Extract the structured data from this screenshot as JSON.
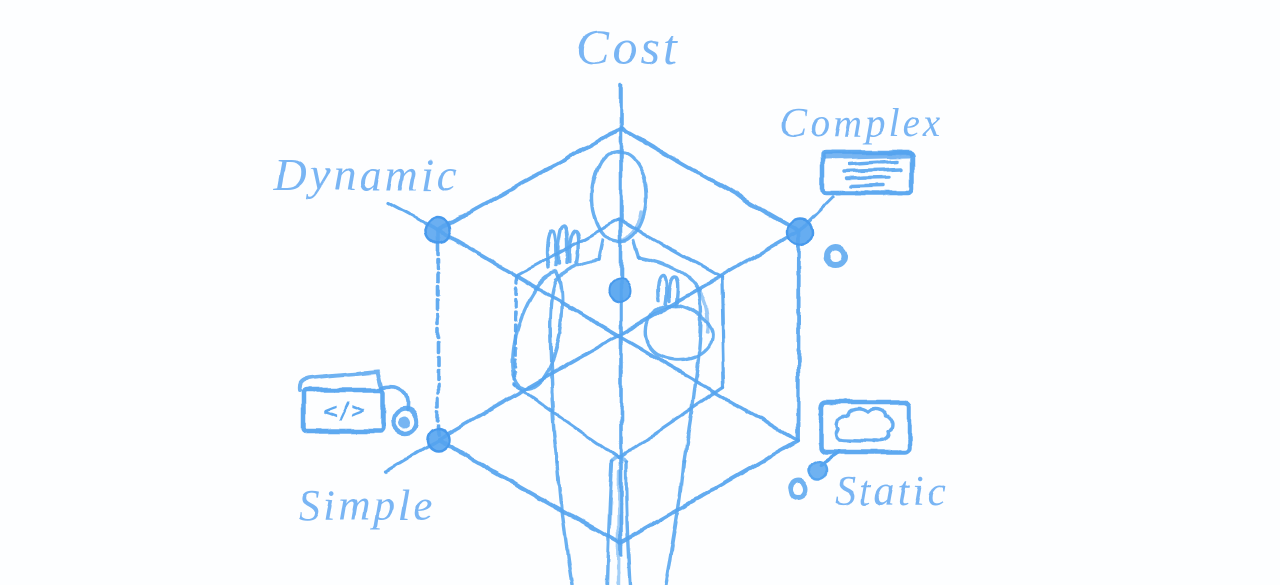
{
  "title": "Hand-sketched cost / complexity trade-off cube diagram",
  "colors": {
    "ink": "#55a4ef",
    "ink_heavy": "#4699ec",
    "label": "#79b5f4",
    "background": "#fdfeff"
  },
  "labels": {
    "top": "Cost",
    "top_right": "Complex",
    "top_left": "Dynamic",
    "bottom_left": "Simple",
    "bottom_right": "Static"
  },
  "icons": {
    "complex_card": {
      "name": "text-lines-icon",
      "meaning": "card with lines of text"
    },
    "code_card": {
      "name": "code-icon",
      "glyph": "</>"
    },
    "cloud_card": {
      "name": "cloud-icon",
      "meaning": "card with cloud drawing"
    }
  },
  "figure": {
    "name": "person-sketch",
    "meaning": "outline of a person standing inside a wireframe cube"
  }
}
